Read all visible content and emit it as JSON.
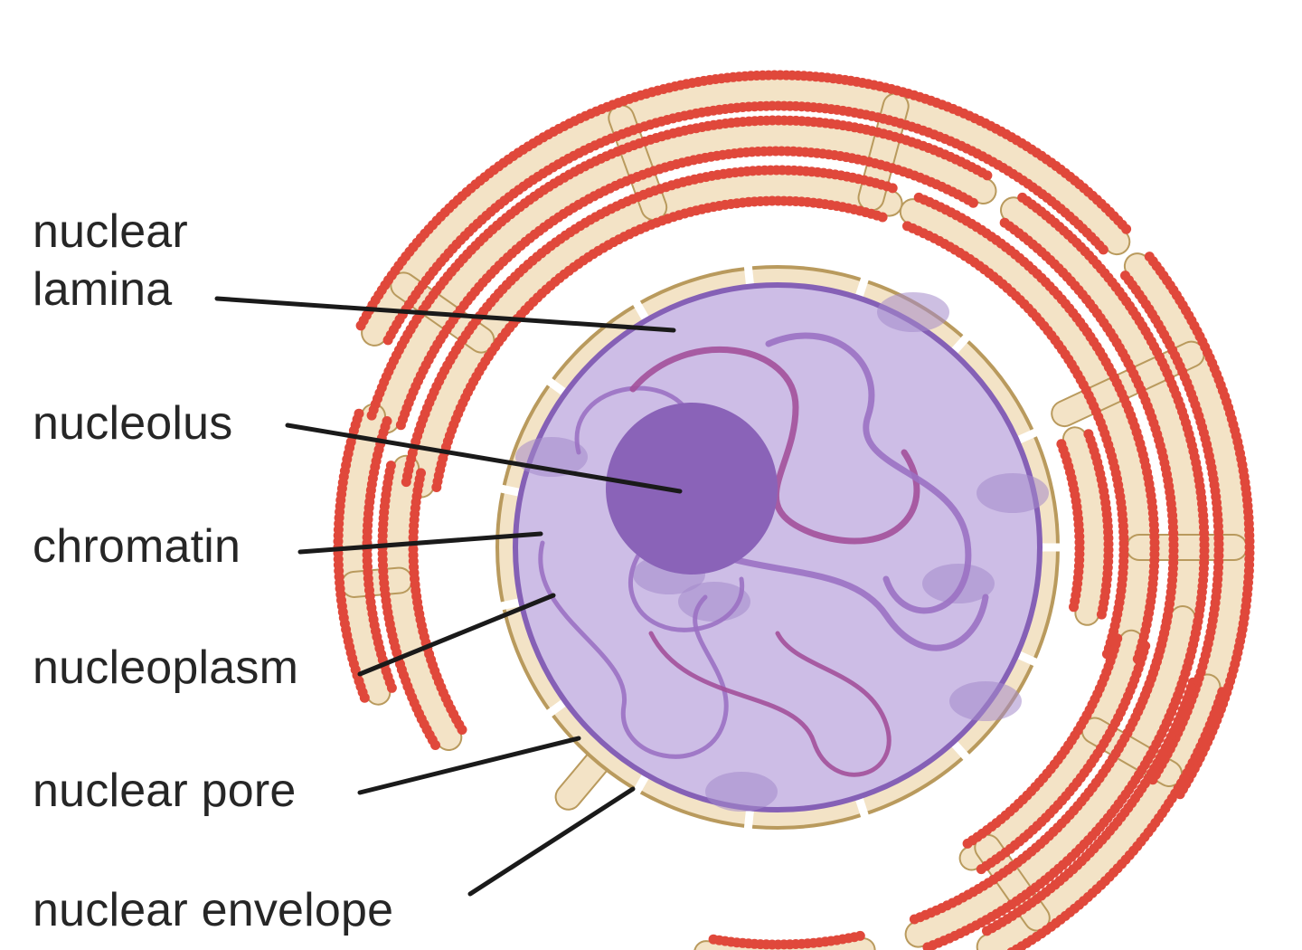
{
  "labels": {
    "nuclear_lamina_line1": "nuclear",
    "nuclear_lamina_line2": "lamina",
    "nucleolus": "nucleolus",
    "chromatin": "chromatin",
    "nucleoplasm": "nucleoplasm",
    "nuclear_pore": "nuclear pore",
    "nuclear_envelope": "nuclear envelope"
  },
  "colors": {
    "er_fill": "#f3e3c6",
    "er_outline": "#b99a5d",
    "ribosome": "#e0483b",
    "nucleoplasm": "#cdbde6",
    "nucleoplasm_patch": "#a48acb",
    "nucleus_rim": "#8560b6",
    "nucleolus": "#8a63b8",
    "chromatin": "#9b71c3",
    "chromatin_dark": "#a3509a",
    "leader_line": "#1a1a1a"
  }
}
